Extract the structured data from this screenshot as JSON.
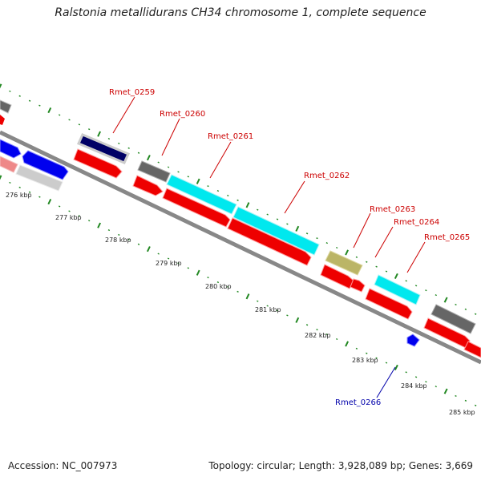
{
  "title": "Ralstonia metallidurans CH34 chromosome 1, complete sequence",
  "footer": {
    "accession": "Accession: NC_007973",
    "topology": "Topology: circular; Length: 3,928,089 bp; Genes: 3,669"
  },
  "colors": {
    "label_red": "#cc0000",
    "label_blue": "#0000aa",
    "tick_green": "#228822",
    "backbone": "#888888",
    "forward_red": "#ee0000",
    "cyan": "#00e8ee",
    "grey": "#666666",
    "navy": "#000066",
    "blue": "#0000ee",
    "olive": "#bbb566",
    "light_grey": "#cccccc",
    "pink": "#ee8888"
  },
  "kbp_labels": [
    "276 kbp",
    "277 kbp",
    "278 kbp",
    "279 kbp",
    "280 kbp",
    "281 kbp",
    "282 kbp",
    "283 kbp",
    "284 kbp",
    "285 kbp"
  ],
  "gene_labels": [
    {
      "name": "Rmet_0259",
      "color": "red"
    },
    {
      "name": "Rmet_0260",
      "color": "red"
    },
    {
      "name": "Rmet_0261",
      "color": "red"
    },
    {
      "name": "Rmet_0262",
      "color": "red"
    },
    {
      "name": "Rmet_0263",
      "color": "red"
    },
    {
      "name": "Rmet_0264",
      "color": "red"
    },
    {
      "name": "Rmet_0265",
      "color": "red"
    },
    {
      "name": "Rmet_0266",
      "color": "blue"
    }
  ]
}
